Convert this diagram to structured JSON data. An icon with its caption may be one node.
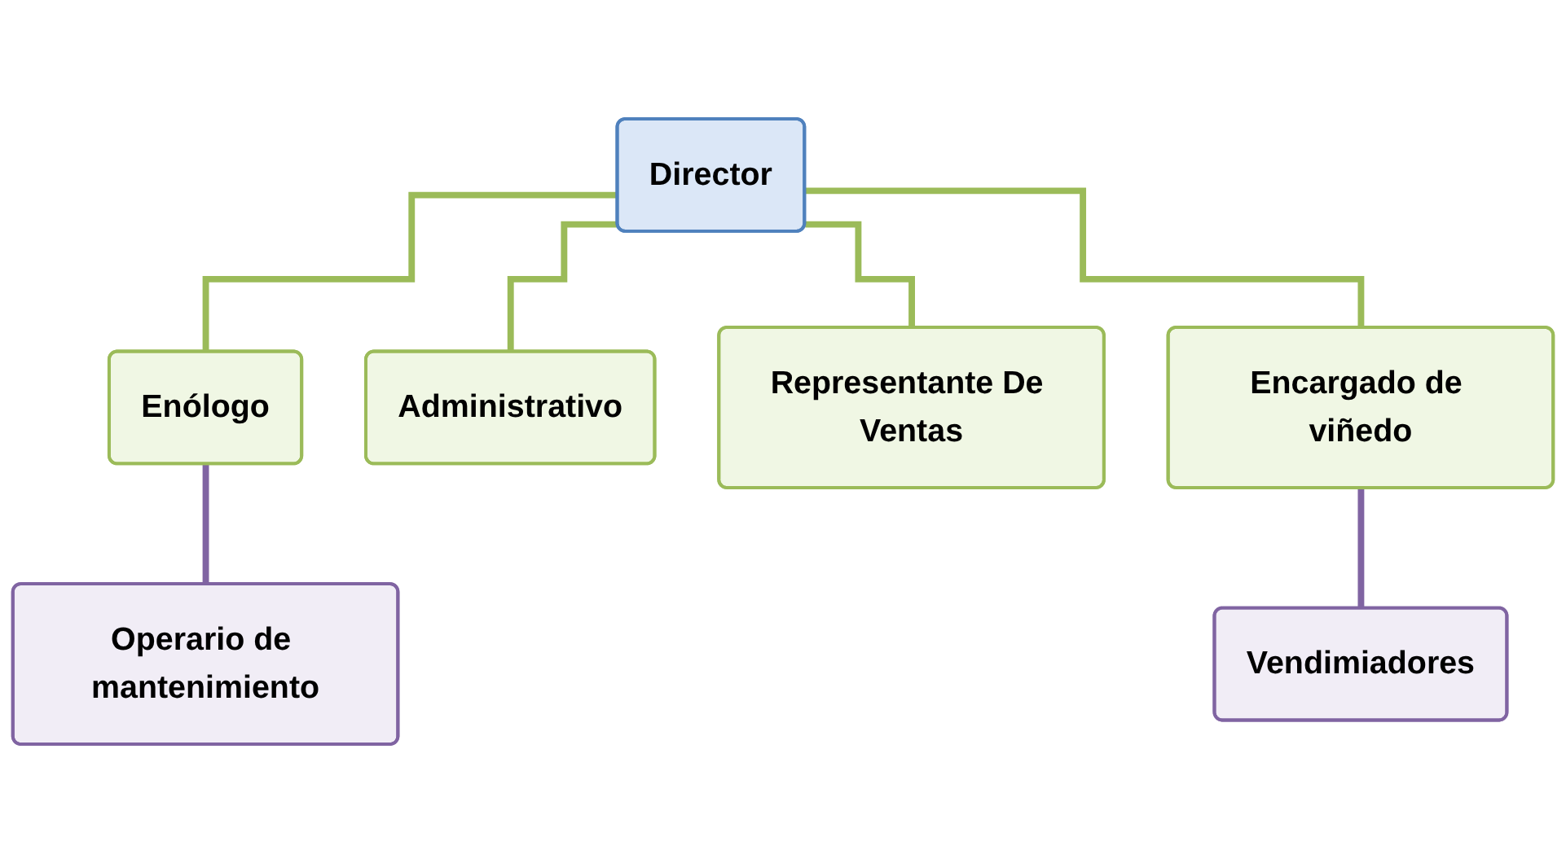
{
  "diagram": {
    "nodes": [
      {
        "text": [
          "Director"
        ]
      },
      {
        "text": [
          "Enólogo"
        ]
      },
      {
        "text": [
          "Administrativo"
        ]
      },
      {
        "text": [
          "Representante De Ventas"
        ]
      },
      {
        "text": [
          "Encargado de viñedo"
        ]
      },
      {
        "text": [
          "Operario de mantenimiento"
        ]
      },
      {
        "text": [
          "Vendimiadores"
        ]
      }
    ],
    "edges": [
      {
        "from": 0,
        "to": 1,
        "arrow": "none"
      },
      {
        "from": 0,
        "to": 2,
        "arrow": "none"
      },
      {
        "from": 0,
        "to": 3,
        "arrow": "none"
      },
      {
        "from": 0,
        "to": 4,
        "arrow": "none"
      },
      {
        "from": 1,
        "to": 5,
        "arrow": "none",
        "color": "#8064a2"
      },
      {
        "from": 4,
        "to": 6,
        "arrow": "none",
        "color": "#8064a2"
      }
    ]
  }
}
